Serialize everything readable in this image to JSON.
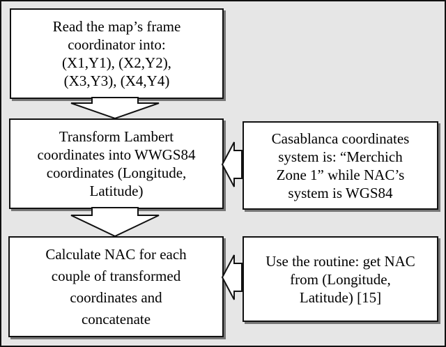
{
  "diagram": {
    "colors": {
      "background": "#e6e6e6",
      "box_fill": "#ffffff",
      "border": "#111111"
    },
    "nodes": {
      "read_frame": {
        "lines": [
          "Read the map’s frame",
          "coordinator into:",
          "(X1,Y1), (X2,Y2),",
          "(X3,Y3), (X4,Y4)"
        ]
      },
      "transform": {
        "lines": [
          "Transform Lambert",
          "coordinates into WWGS84",
          "coordinates (Longitude,",
          "Latitude)"
        ]
      },
      "calculate": {
        "lines": [
          "Calculate NAC for each",
          "couple of transformed",
          "coordinates and",
          "concatenate"
        ]
      },
      "casablanca_note": {
        "lines": [
          "Casablanca coordinates",
          "system is: “Merchich",
          "Zone 1” while NAC’s",
          "system is WGS84"
        ]
      },
      "routine_note": {
        "lines": [
          "Use the routine: get NAC",
          "from (Longitude,",
          "Latitude) [15]"
        ]
      }
    },
    "edges": [
      {
        "from": "read_frame",
        "to": "transform",
        "style": "hollow-down-arrow"
      },
      {
        "from": "transform",
        "to": "calculate",
        "style": "hollow-down-arrow"
      },
      {
        "from": "casablanca_note",
        "to": "transform",
        "style": "hollow-left-arrow"
      },
      {
        "from": "routine_note",
        "to": "calculate",
        "style": "hollow-left-arrow"
      }
    ]
  }
}
